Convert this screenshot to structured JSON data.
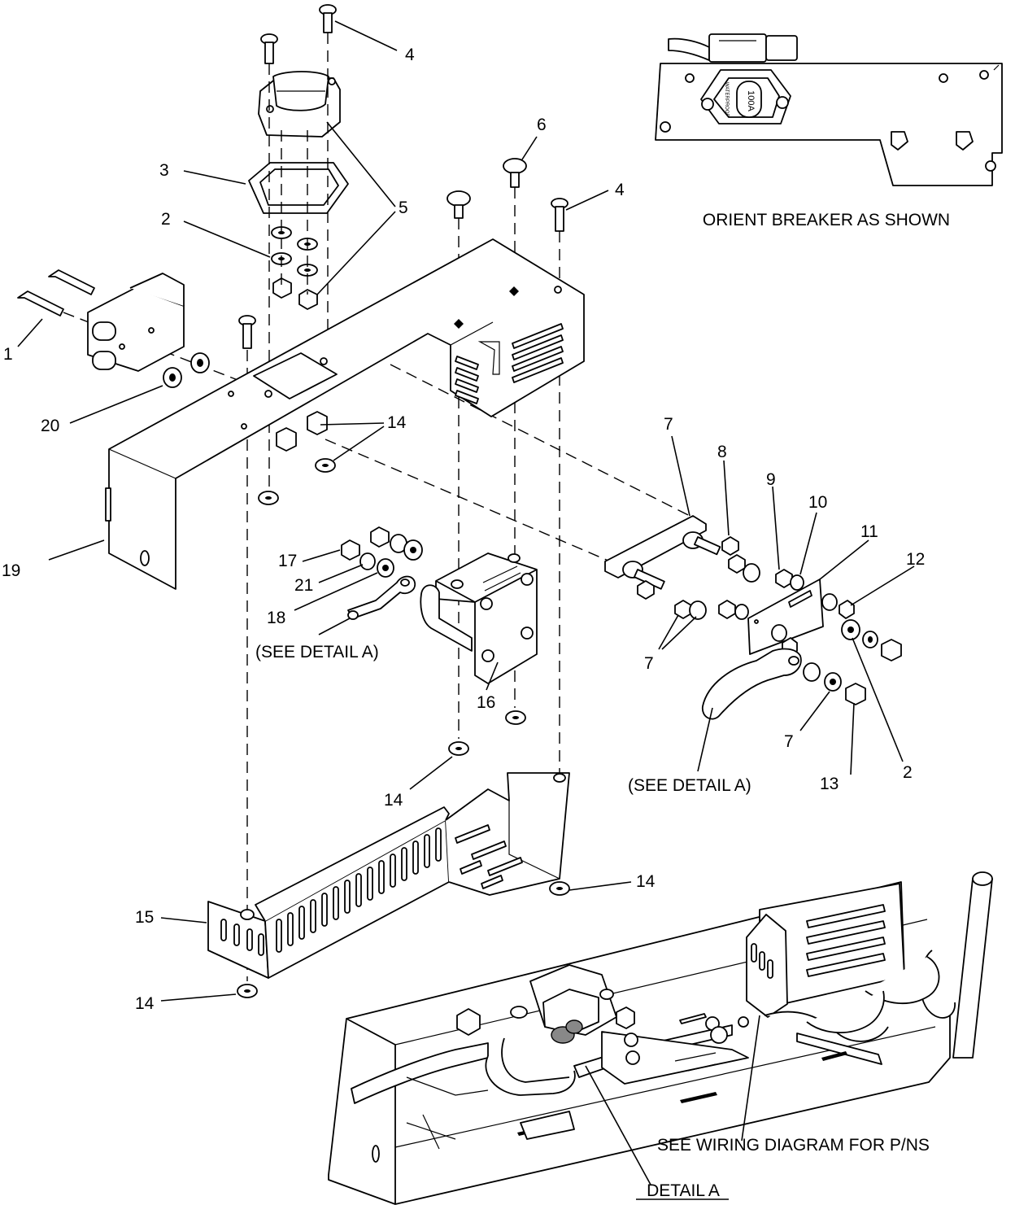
{
  "callouts": {
    "c1": "1",
    "c2a": "2",
    "c2b": "2",
    "c3": "3",
    "c4a": "4",
    "c4b": "4",
    "c5": "5",
    "c6": "6",
    "c7a": "7",
    "c7b": "7",
    "c7c": "7",
    "c8": "8",
    "c9": "9",
    "c10": "10",
    "c11": "11",
    "c12": "12",
    "c13": "13",
    "c14a": "14",
    "c14b": "14",
    "c14c": "14",
    "c14d": "14",
    "c15": "15",
    "c16": "16",
    "c17": "17",
    "c18": "18",
    "c19": "19",
    "c20": "20",
    "c21": "21"
  },
  "notes": {
    "orient": "ORIENT BREAKER AS SHOWN",
    "see_detail_left": "(SEE DETAIL A)",
    "see_detail_right": "(SEE DETAIL A)",
    "wiring": "SEE WIRING DIAGRAM FOR P/NS",
    "detail_title": "DETAIL A",
    "breaker_rating": "100A",
    "breaker_brand": "WATERPROOF"
  }
}
